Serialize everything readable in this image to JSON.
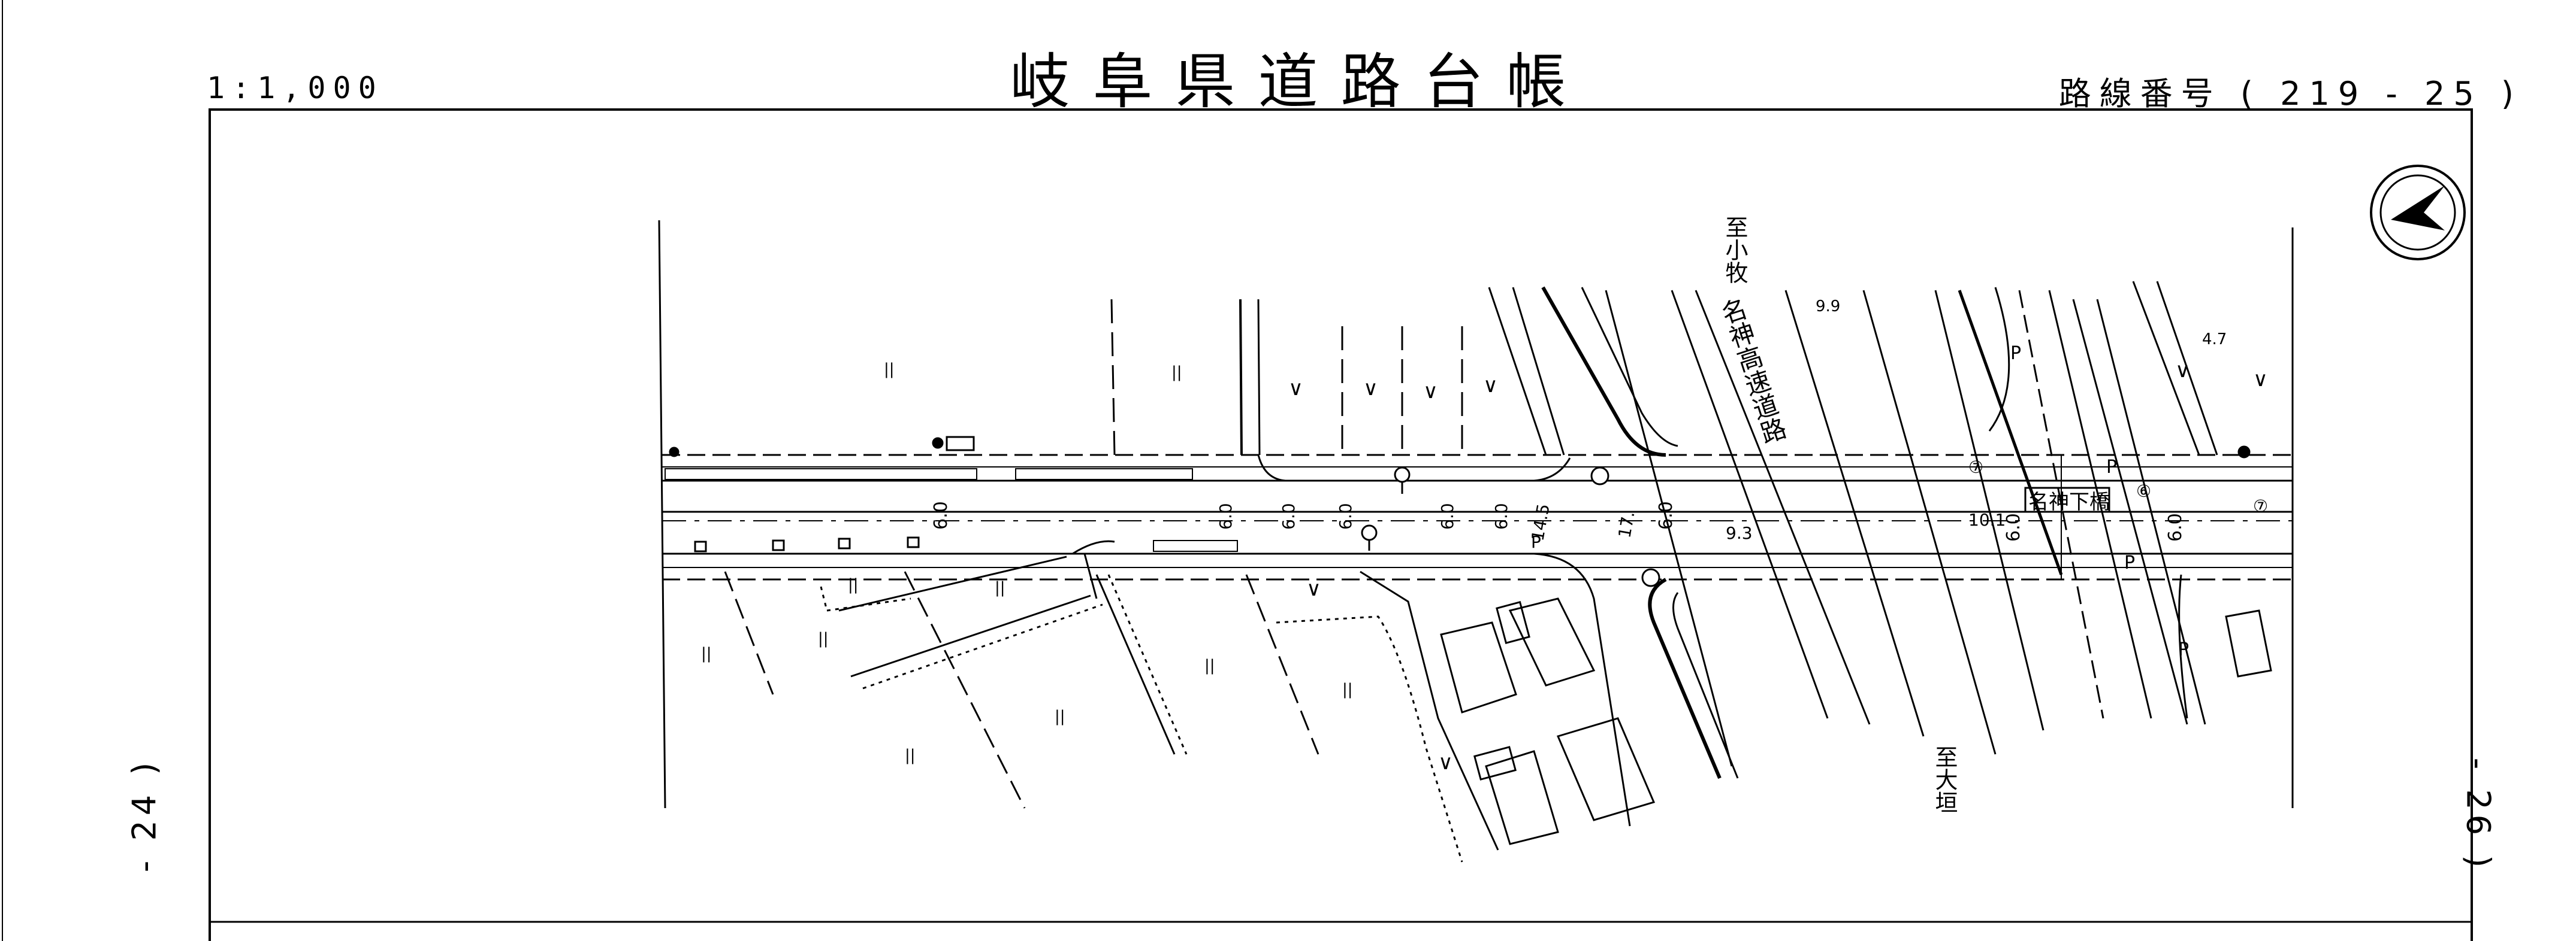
{
  "header": {
    "scale": "1:1,000",
    "title": "岐阜県道路台帳",
    "route_number": "路線番号 ( 219 - 25 )"
  },
  "sheet_refs": {
    "left": "- 24 )",
    "right": "- 26 )"
  },
  "map_labels": {
    "to_komaki": "至小牧",
    "meishin_expressway": "名神高速道路",
    "to_ogaki": "至大垣",
    "meishin_underpass": "名神下橋",
    "width_6_0": "6.0",
    "width_9_3": "9.3",
    "width_10_1": "10.1",
    "width_14_5": "14.5",
    "width_17": "17.",
    "width_4_7": "4.7",
    "height_9_9": "9.9",
    "symbol_field": "||",
    "symbol_upland": "∨",
    "symbol_p": "P",
    "circled_7": "⑦",
    "circled_6": "⑥"
  },
  "colors": {
    "line": "#000000",
    "background": "#ffffff"
  },
  "icons": {
    "north_arrow": "north-arrow-icon"
  }
}
